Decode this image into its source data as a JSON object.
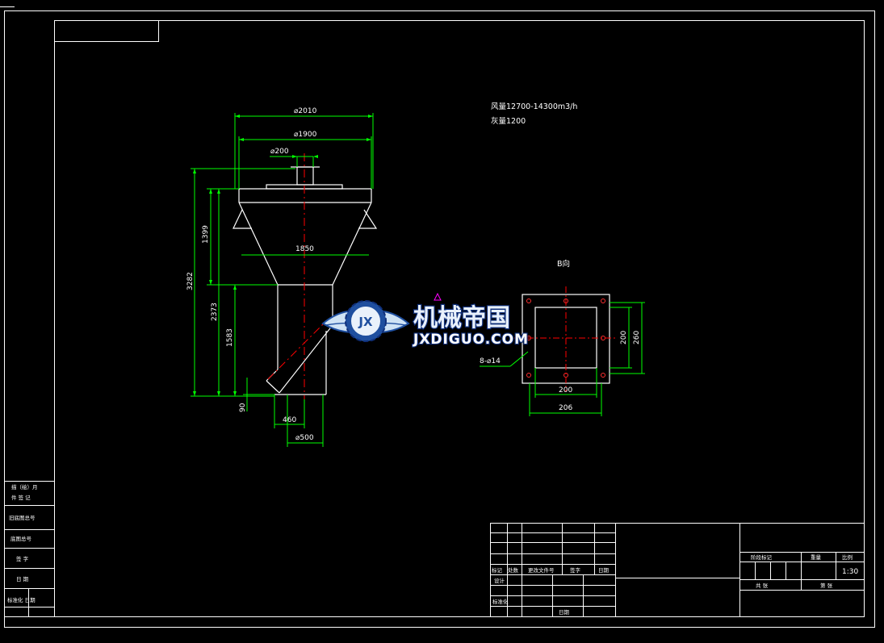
{
  "drawing": {
    "specs": {
      "air_volume": "风量12700-14300m3/h",
      "ash_volume": "灰量1200"
    },
    "elevation": {
      "dim_top_diameter": "⌀2010",
      "dim_mid_diameter": "⌀1900",
      "dim_pipe_diameter": "⌀200",
      "dim_cone_width": "1850",
      "dim_total_height": "3282",
      "dim_upper_height": "1399",
      "dim_lower_height": "2373",
      "dim_outlet_height": "1583",
      "dim_base": "90",
      "dim_offset": "460",
      "dim_outlet_diameter": "⌀500"
    },
    "section_view": {
      "title": "B向",
      "holes_label": "8-⌀14",
      "dim_inner_width": "200",
      "dim_outer_width": "206",
      "dim_inner_height": "200",
      "dim_outer_height": "260"
    },
    "watermark": {
      "name": "机械帝国",
      "url": "JXDIGUO.COM",
      "logo_letters": "JX"
    }
  },
  "left_stamp": [
    "描（绘）月",
    "件 签 记",
    "旧底图总号",
    "底图总号",
    "签 字",
    "日 期",
    "标准化 日期"
  ],
  "title_block": {
    "col_labels": [
      "标记",
      "处数",
      "更改文件号",
      "签字",
      "日期"
    ],
    "row_labels": [
      "设计",
      "标准化"
    ],
    "approve_label": "日期",
    "stage_labels": [
      "阶段标记",
      "重量",
      "比例"
    ],
    "sheet_labels": [
      "共 张",
      "第 张"
    ],
    "scale": "1:30"
  },
  "colors": {
    "background": "#000000",
    "outline": "#ffffff",
    "dimension": "#00ff00",
    "centerline": "#ff0000",
    "watermark_blue": "#1f4f9f"
  }
}
